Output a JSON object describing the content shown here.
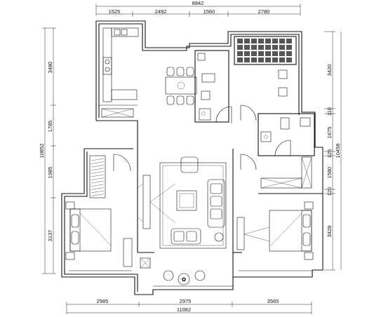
{
  "dimensions": {
    "top_total": "8842",
    "top_segments": [
      "1525",
      "2492",
      "1560",
      "2780"
    ],
    "bottom_segments": [
      "2985",
      "2975",
      "3565"
    ],
    "bottom_total": "11082",
    "left_total": "10852",
    "left_segments": [
      "3480",
      "1785",
      "1985",
      "3137"
    ],
    "right_total": "10458",
    "right_segments": [
      "3420",
      "110",
      "1675",
      "125",
      "1580",
      "120",
      "3428"
    ]
  }
}
